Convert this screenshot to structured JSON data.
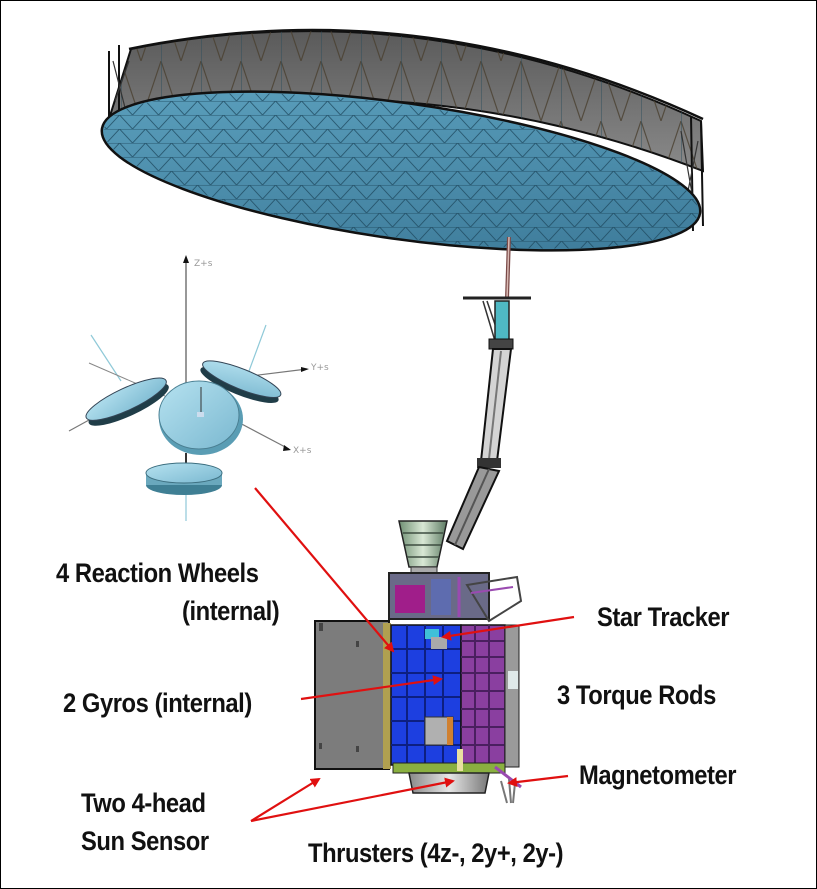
{
  "diagram": {
    "labels": {
      "reaction_wheels_line1": "4 Reaction Wheels",
      "reaction_wheels_line2": "(internal)",
      "gyros": "2 Gyros (internal)",
      "star_tracker": "Star Tracker",
      "torque_rods": "3 Torque Rods",
      "magnetometer": "Magnetometer",
      "sun_sensor_line1": "Two 4-head",
      "sun_sensor_line2": "Sun Sensor",
      "thrusters": "Thrusters (4z-, 2y+, 2y-)"
    },
    "axis_labels": {
      "z": "Z+s",
      "y": "Y+s",
      "x": "X+s"
    },
    "components": [
      "deployable-mesh-reflector",
      "reflector-boom",
      "reaction-wheel-assembly",
      "spacecraft-bus",
      "solar-panel",
      "feed-horn"
    ],
    "colors": {
      "arrow": "#e01010",
      "reflector_mesh": "#4a8fad",
      "reflector_rim": "#6e6e6e",
      "wheel": "#8fcde3",
      "bus_blue": "#1d3fe0",
      "bus_purple": "#8a3fa0",
      "panel_gray": "#7c7c7c",
      "magenta_box": "#a01e8a"
    }
  }
}
